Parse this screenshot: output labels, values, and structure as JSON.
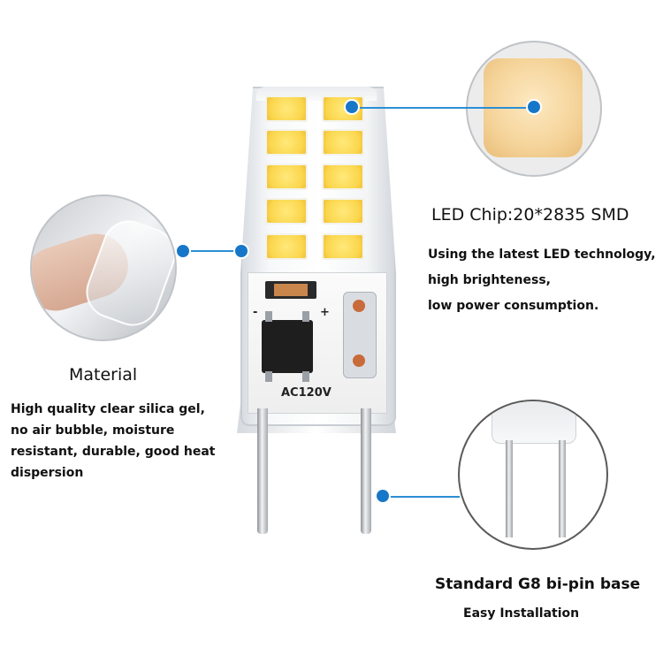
{
  "product": {
    "pcb_label": "AC120V",
    "pcb_minus": "-",
    "pcb_plus": "+"
  },
  "led_chip": {
    "title": "LED Chip:20*2835 SMD",
    "lines": [
      "Using the latest LED technology,",
      "high brighteness,",
      "low power consumption."
    ]
  },
  "material": {
    "title": "Material",
    "lines": [
      "High quality clear silica gel,",
      "no air bubble, moisture",
      "resistant, durable, good heat",
      "dispersion"
    ]
  },
  "base": {
    "title": "Standard G8 bi-pin base",
    "subtitle": "Easy Installation"
  },
  "colors": {
    "accent": "#1677c9",
    "led": "#fbd64d",
    "text": "#111111"
  },
  "icons": [
    "led-chip-zoom",
    "silica-gel-zoom",
    "bi-pin-base-zoom",
    "connector-dot"
  ]
}
